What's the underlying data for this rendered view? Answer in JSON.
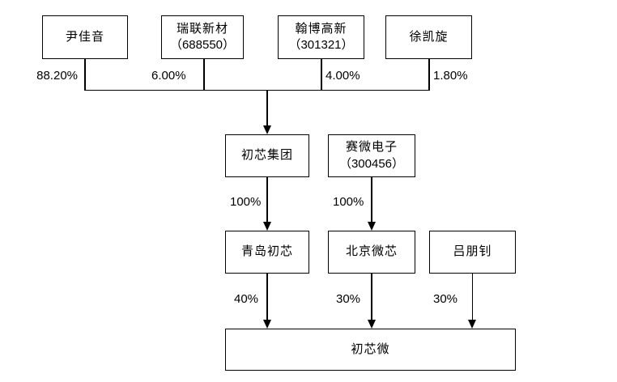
{
  "nodes": {
    "yin_jia_yin": {
      "label": "尹佳音"
    },
    "ruilian_xincai": {
      "label": "瑞联新材",
      "code": "（688550）"
    },
    "hanbo_gaoxin": {
      "label": "翰博高新",
      "code": "（301321）"
    },
    "xu_kai_xuan": {
      "label": "徐凯旋"
    },
    "chuxin_jituan": {
      "label": "初芯集团"
    },
    "saiwei_dianzi": {
      "label": "赛微电子",
      "code": "（300456）"
    },
    "qingdao_chuxin": {
      "label": "青岛初芯"
    },
    "beijing_weixin": {
      "label": "北京微芯"
    },
    "lv_peng_zhao": {
      "label": "吕朋钊"
    },
    "chuxinwei": {
      "label": "初芯微"
    }
  },
  "edge_labels": {
    "yin_to_group": "88.20%",
    "ruilian_to_group": "6.00%",
    "hanbo_to_group": "4.00%",
    "xu_to_group": "1.80%",
    "group_to_qingdao": "100%",
    "saiwei_to_beijing": "100%",
    "qingdao_to_chuxinwei": "40%",
    "beijing_to_chuxinwei": "30%",
    "lv_to_chuxinwei": "30%"
  },
  "colors": {
    "line": "#000000",
    "background": "#ffffff",
    "box_fill": "#ffffff",
    "text": "#000000"
  }
}
